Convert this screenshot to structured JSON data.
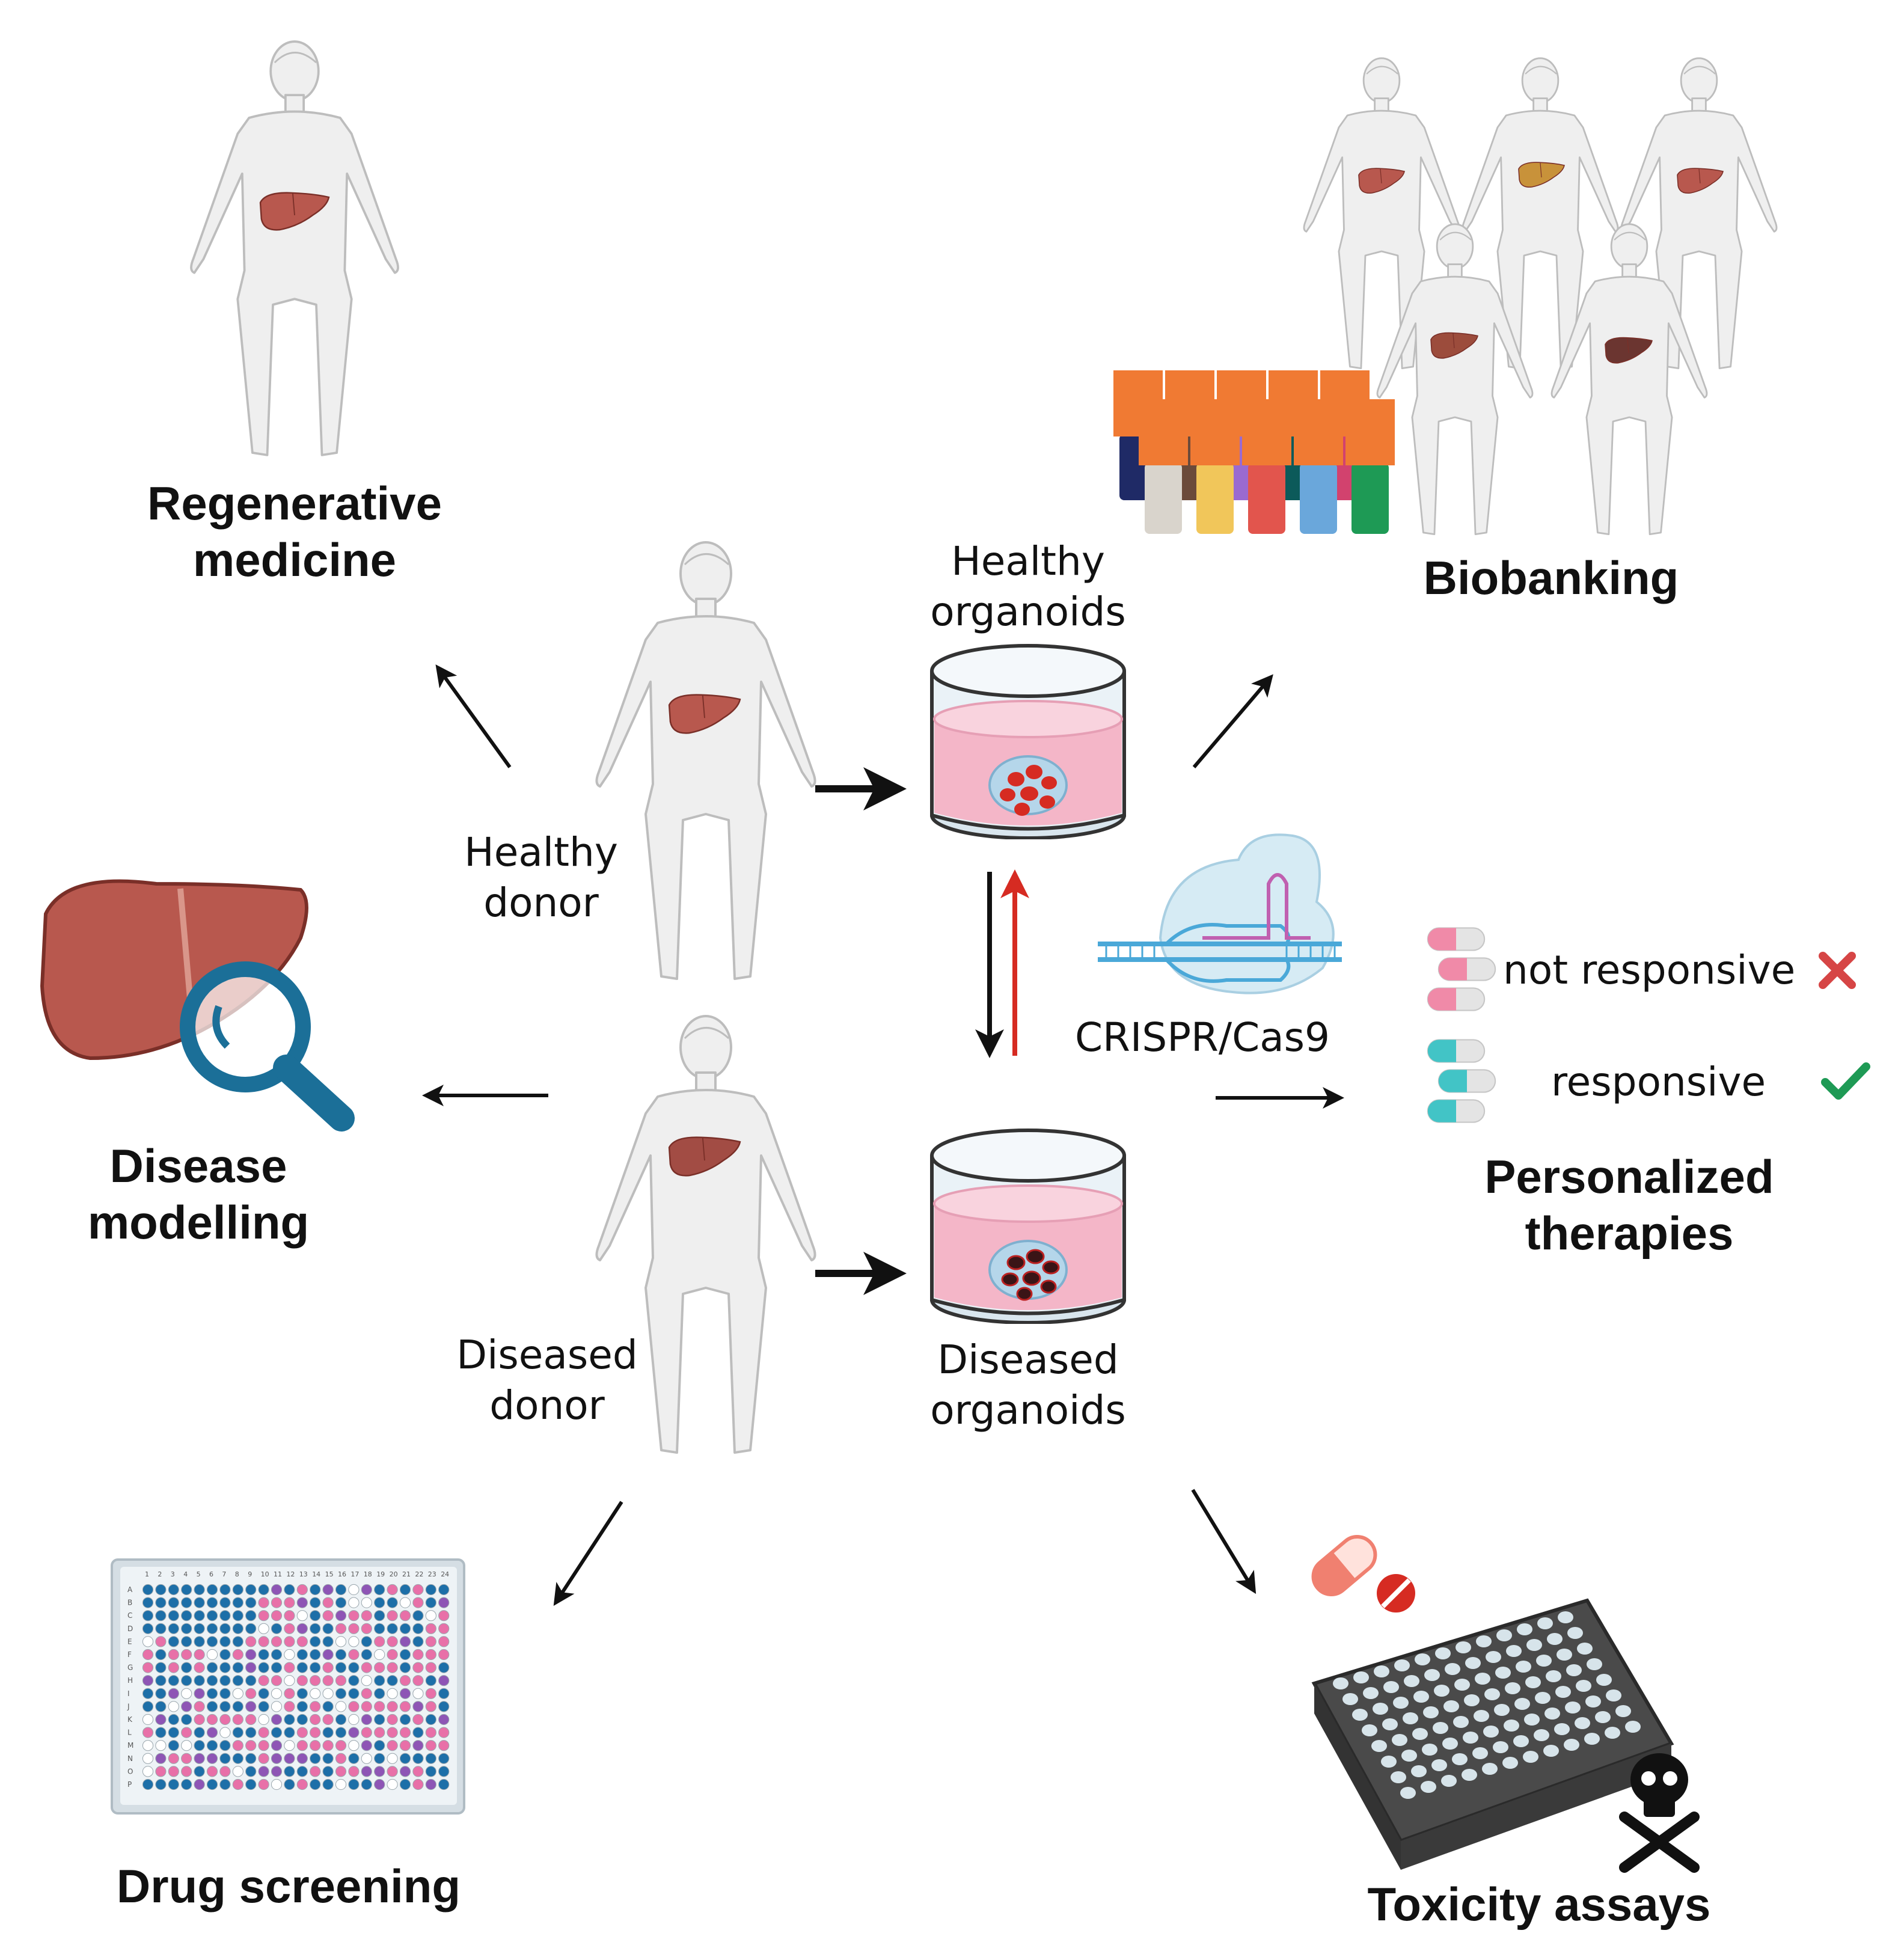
{
  "labels": {
    "regenerative_medicine": "Regenerative\nmedicine",
    "biobanking": "Biobanking",
    "disease_modelling": "Disease\nmodelling",
    "personalized_therapies": "Personalized\ntherapies",
    "drug_screening": "Drug screening",
    "toxicity_assays": "Toxicity assays",
    "healthy_donor": "Healthy\ndonor",
    "diseased_donor": "Diseased\ndonor",
    "healthy_organoids": "Healthy\norganoids",
    "diseased_organoids": "Diseased\norganoids",
    "crispr": "CRISPR/Cas9",
    "not_responsive": "not responsive",
    "responsive": "responsive"
  },
  "plate_rows": [
    "A",
    "B",
    "C",
    "D",
    "E",
    "F",
    "G",
    "H",
    "I",
    "J",
    "K",
    "L",
    "M",
    "N",
    "O",
    "P"
  ],
  "plate_cols": [
    "1",
    "2",
    "3",
    "4",
    "5",
    "6",
    "7",
    "8",
    "9",
    "10",
    "11",
    "12",
    "13",
    "14",
    "15",
    "16",
    "17",
    "18",
    "19",
    "20",
    "21",
    "22",
    "23",
    "24"
  ],
  "colors": {
    "body_fill": "#efefef",
    "body_stroke": "#bdbdbd",
    "liver": "#b8584e",
    "liver_diseased": "#6b3530",
    "medium_pink": "#f4b6c8",
    "crispr_blue": "#4aa8d8",
    "magnifier": "#1b6f98",
    "arrow": "#111111",
    "arrow_red": "#d62b22",
    "cross_red": "#d64545",
    "check_green": "#1e9a55",
    "well_blue": "#1d6fa8",
    "well_pink": "#e870a8",
    "well_purple": "#8e55b5"
  }
}
